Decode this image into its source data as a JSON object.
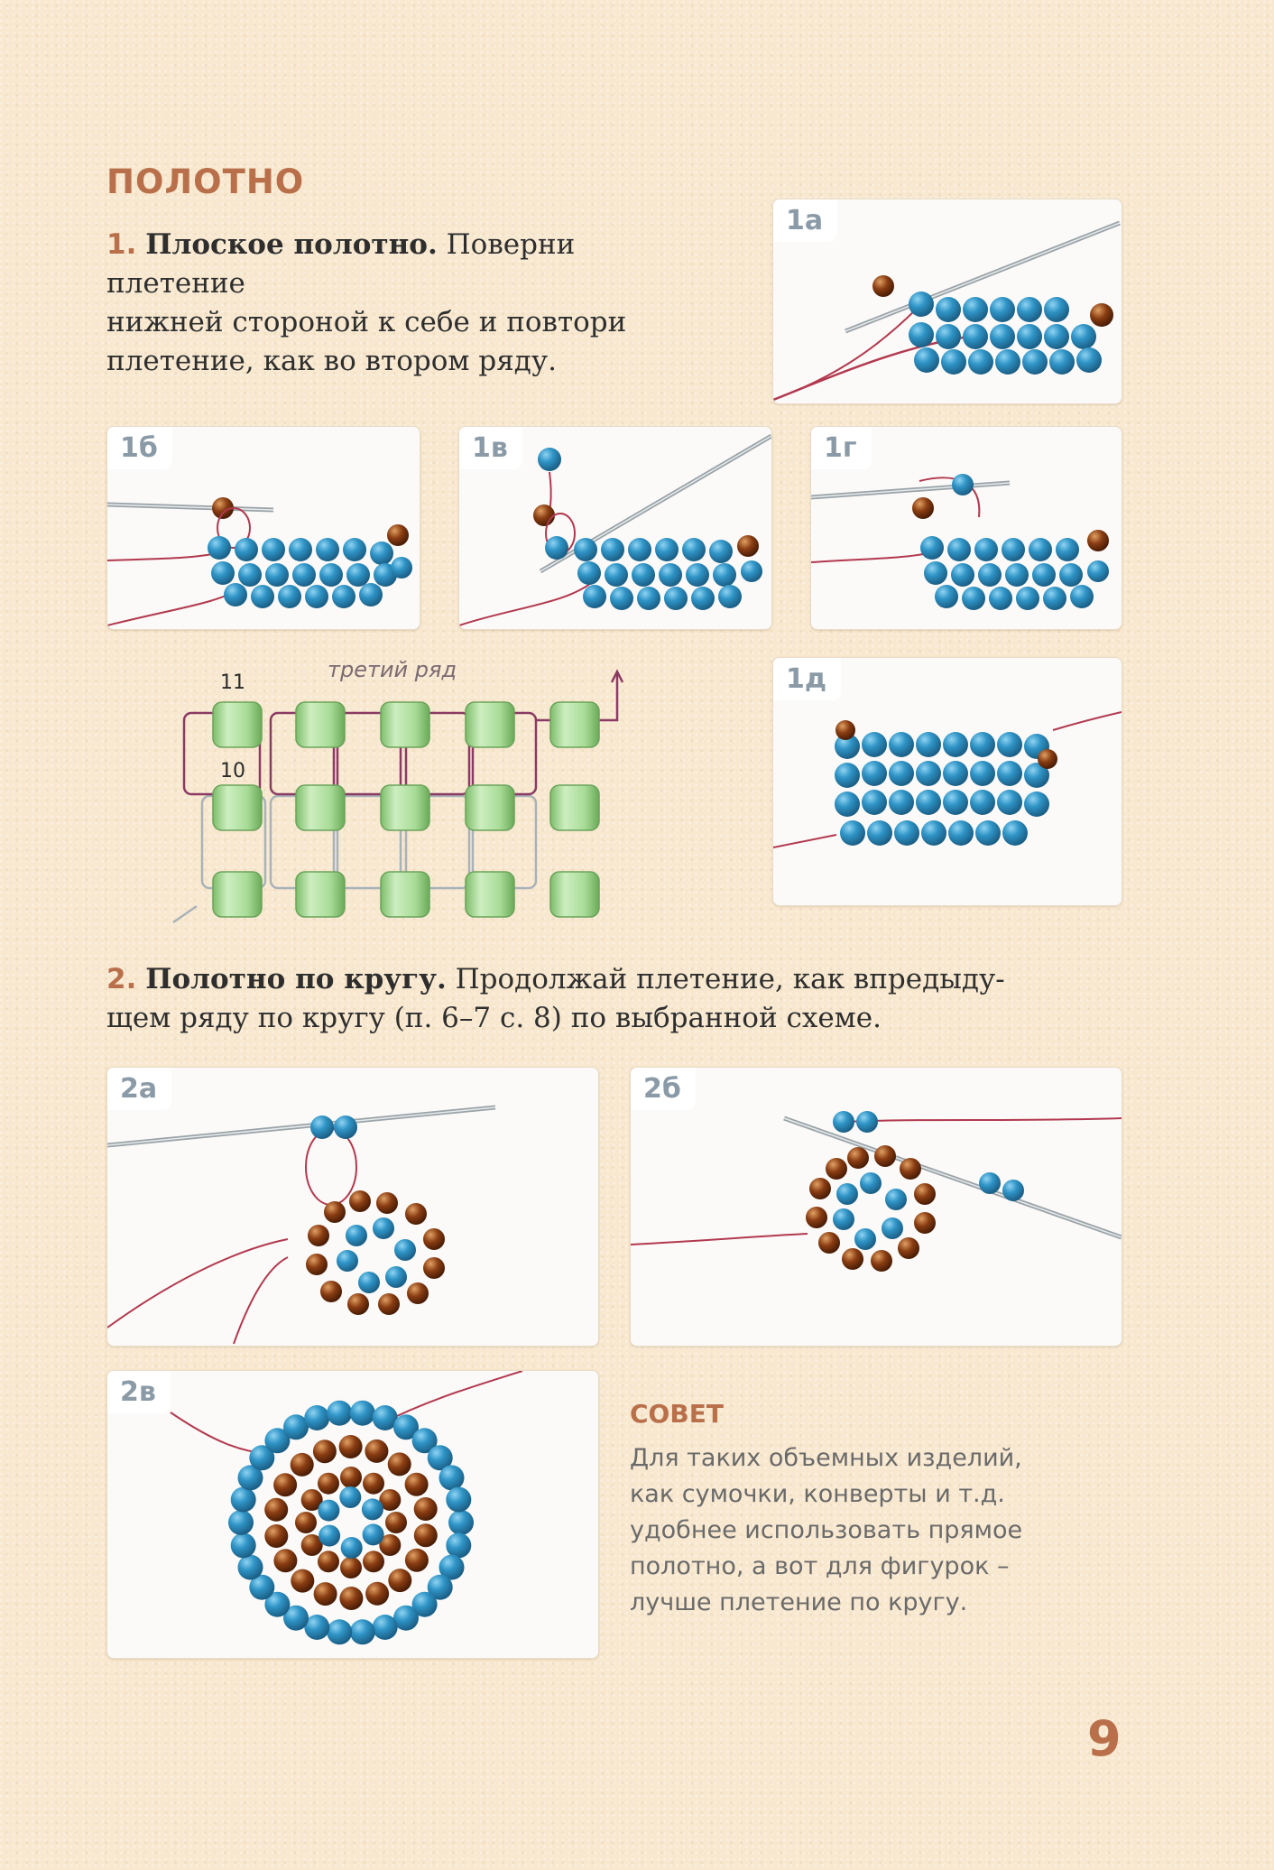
{
  "heading": "ПОЛОТНО",
  "step1": {
    "num": "1.",
    "title": "Плоское полотно.",
    "lines": [
      "Поверни плетение",
      "нижней стороной к себе и повтори",
      "плетение, как во втором ряду."
    ]
  },
  "photos": {
    "p1a": "1а",
    "p1b": "1б",
    "p1v": "1в",
    "p1g": "1г",
    "p1d": "1д",
    "p2a": "2а",
    "p2b": "2б",
    "p2v": "2в"
  },
  "diagram": {
    "caption": "третий ряд",
    "label_top": "11",
    "label_mid": "10"
  },
  "step2": {
    "num": "2.",
    "title": "Полотно по кругу.",
    "lines": [
      "Продолжай плетение, как впредыду-",
      "щем ряду по кругу (п. 6–7 с. 8) по выбранной схеме."
    ]
  },
  "tip": {
    "title": "СОВЕТ",
    "lines": [
      "Для таких объемных изделий,",
      "как сумочки, конверты и т.д.",
      "удобнее использовать прямое",
      "полотно, а вот для фигурок –",
      "лучше плетение по кругу."
    ]
  },
  "page_number": "9",
  "colors": {
    "accent": "#b9704a",
    "bead_blue": "#2f94c6",
    "bead_brown": "#8a3d12",
    "thread": "#b2394f",
    "diagram_green": "#9fd48e"
  }
}
